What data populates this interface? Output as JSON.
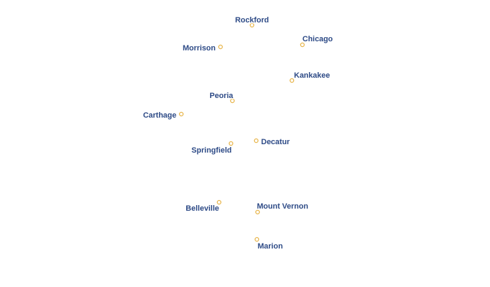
{
  "map": {
    "dot_color": "#e8b64c",
    "label_color": "#2d4a86",
    "cities": [
      {
        "name": "Rockford"
      },
      {
        "name": "Chicago"
      },
      {
        "name": "Morrison"
      },
      {
        "name": "Kankakee"
      },
      {
        "name": "Peoria"
      },
      {
        "name": "Carthage"
      },
      {
        "name": "Decatur"
      },
      {
        "name": "Springfield"
      },
      {
        "name": "Belleville"
      },
      {
        "name": "Mount Vernon"
      },
      {
        "name": "Marion"
      }
    ]
  }
}
